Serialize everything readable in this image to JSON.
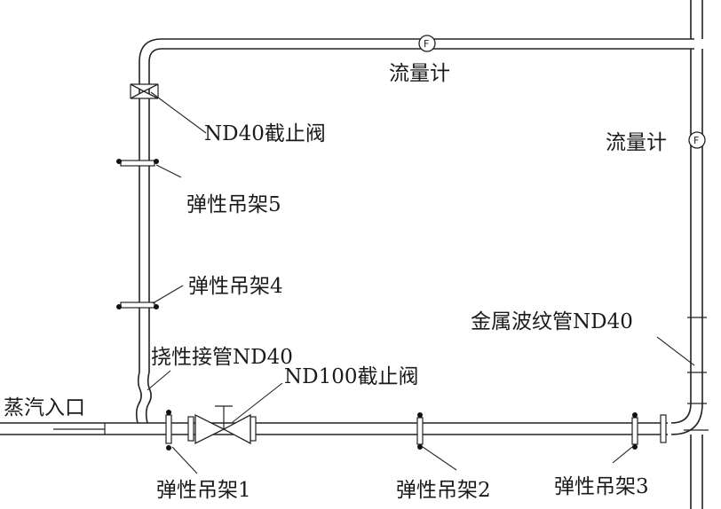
{
  "labels": {
    "flowmeter_top": "流量计",
    "flowmeter_right": "流量计",
    "valve_nd40": "ND40截止阀",
    "hanger5": "弹性吊架5",
    "hanger4": "弹性吊架4",
    "flexible_pipe": "挠性接管ND40",
    "valve_nd100": "ND100截止阀",
    "bellows": "金属波纹管ND40",
    "steam_inlet": "蒸汽入口",
    "hanger1": "弹性吊架1",
    "hanger2": "弹性吊架2",
    "hanger3": "弹性吊架3"
  },
  "symbols": {
    "flowmeter_letter": "F"
  }
}
